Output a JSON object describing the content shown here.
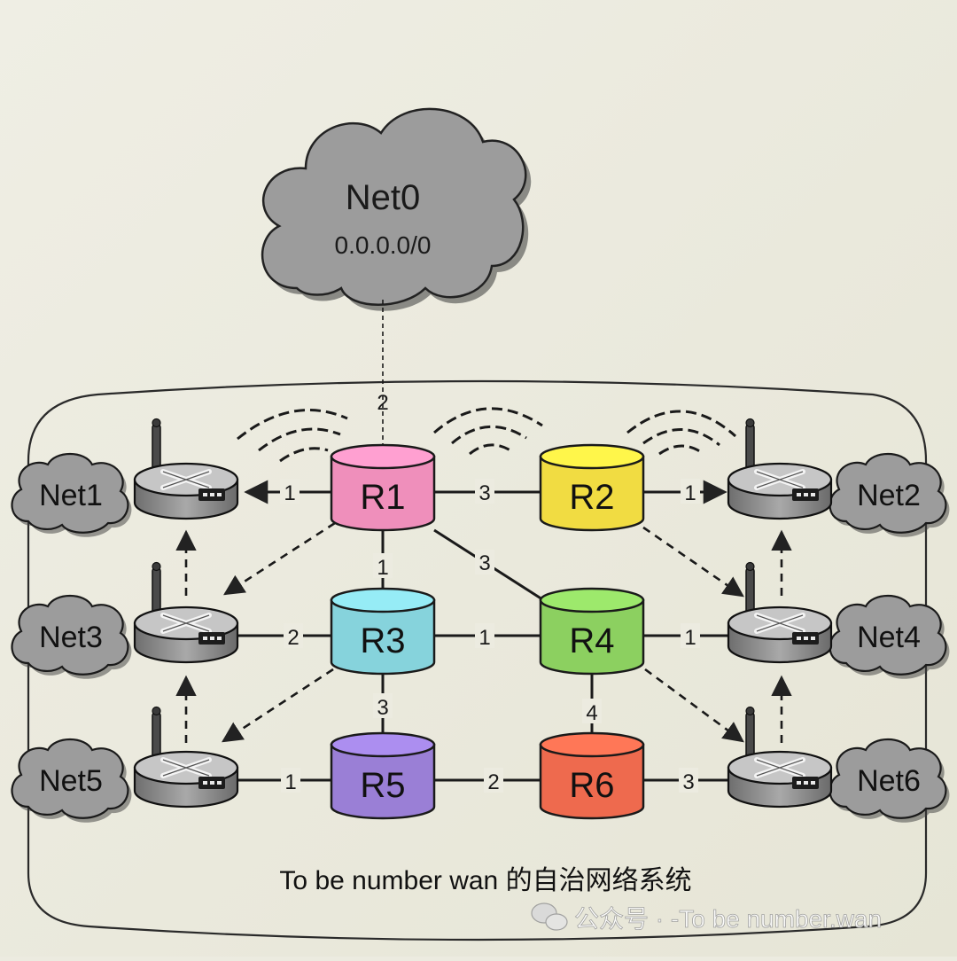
{
  "internet": {
    "name": "Net0",
    "prefix": "0.0.0.0/0"
  },
  "routers": [
    {
      "id": "R1",
      "label": "R1",
      "color": "#ef8fbb"
    },
    {
      "id": "R2",
      "label": "R2",
      "color": "#f1dc42"
    },
    {
      "id": "R3",
      "label": "R3",
      "color": "#86d3dc"
    },
    {
      "id": "R4",
      "label": "R4",
      "color": "#8cd060"
    },
    {
      "id": "R5",
      "label": "R5",
      "color": "#9a7fd6"
    },
    {
      "id": "R6",
      "label": "R6",
      "color": "#ee6a4e"
    }
  ],
  "networks": [
    {
      "id": "Net1",
      "label": "Net1"
    },
    {
      "id": "Net2",
      "label": "Net2"
    },
    {
      "id": "Net3",
      "label": "Net3"
    },
    {
      "id": "Net4",
      "label": "Net4"
    },
    {
      "id": "Net5",
      "label": "Net5"
    },
    {
      "id": "Net6",
      "label": "Net6"
    }
  ],
  "link_costs": {
    "net0_r1": "2",
    "r1_gw1": "1",
    "r1_r2": "3",
    "r2_gw2": "1",
    "r1_r3": "1",
    "r1_r4": "3",
    "r3_gw3": "2",
    "r3_r4": "1",
    "r4_gw4": "1",
    "r3_r5": "3",
    "r4_r6": "4",
    "r5_gw5": "1",
    "r5_r6": "2",
    "r6_gw6": "3"
  },
  "caption": "To be number wan 的自治网络系统",
  "watermark": "公众号 · -To be number.wan"
}
